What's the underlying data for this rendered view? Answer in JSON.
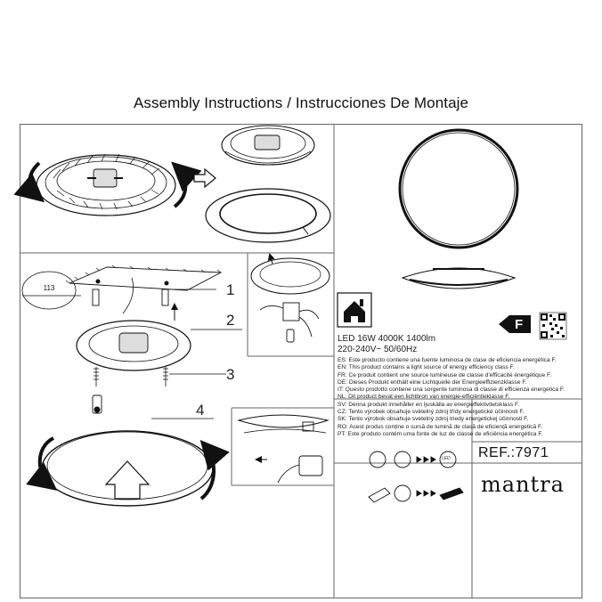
{
  "title": "Assembly Instructions / Instrucciones De Montaje",
  "dimension_label": "113",
  "steps": [
    "1",
    "2",
    "3",
    "4"
  ],
  "energy_class": "F",
  "spec": {
    "line1": "LED 16W 4000K 1400lm",
    "line2": "220-240V~ 50/60Hz"
  },
  "languages": [
    "ES: Este producto contiene una fuente luminosa de clase de eficiencia energética F.",
    "EN: This product contains a light source of energy efficiency class F.",
    "FR: Ce produit contient une source lumineuse de classe d'efficacité énergétique F.",
    "DE: Dieses Produkt enthält eine Lichtquelle der Energieeffizienzklasse F.",
    "IT: Questo prodotto contiene una sorgente luminosa di classe di efficienza energetica F.",
    "NL: Dit product bevat een lichtbron van energie-efficiëntieklasse F.",
    "SV: Denna produkt innehåller en ljuskälla av energieffektivitetsklass F.",
    "CZ: Tento výrobek obsahuje světelný zdroj třídy energetické účinnosti F.",
    "SK: Tento výrobok obsahuje svetelný zdroj triedy energetickej účinnosti F.",
    "RO: Acest produs conține o sursă de lumină de clasă de eficiență energetică F.",
    "PT: Este produto contém uma fonte de luz de classe de eficiência energética F."
  ],
  "ref": "REF.:7971",
  "brand": "mantra",
  "icon_labels": {
    "led": "LED"
  }
}
